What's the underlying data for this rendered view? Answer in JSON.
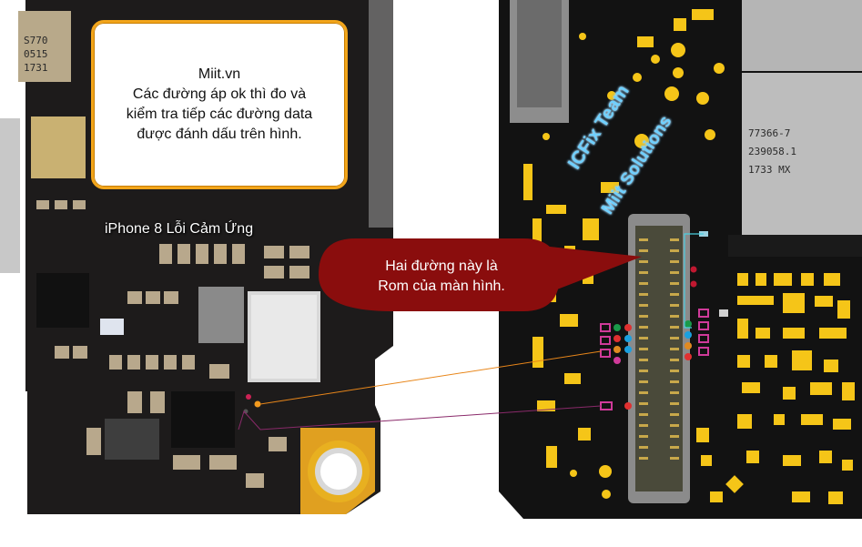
{
  "note": {
    "lines": [
      "Miit.vn",
      "Các đường áp ok thì đo và",
      "kiểm tra tiếp các đường data",
      "được đánh dấu trên hình."
    ]
  },
  "board_caption": "iPhone 8 Lỗi Cảm Ứng",
  "callout": {
    "lines": [
      "Hai đường này là",
      "Rom của màn hình."
    ]
  },
  "watermarks": [
    "ICFix Team",
    "Miit Solutions"
  ],
  "chip_left": [
    "S770",
    "0515",
    "1731"
  ],
  "chip_right": [
    "77366-7",
    "239058.1",
    "1733 MX"
  ],
  "colors": {
    "pcb": "#1c1a1a",
    "pad_gold": "#f5c518",
    "note_border": "#f2a51a",
    "callout": "#8a0d0d",
    "trace_orange": "#e8861a",
    "trace_purple": "#8a2a6a"
  }
}
